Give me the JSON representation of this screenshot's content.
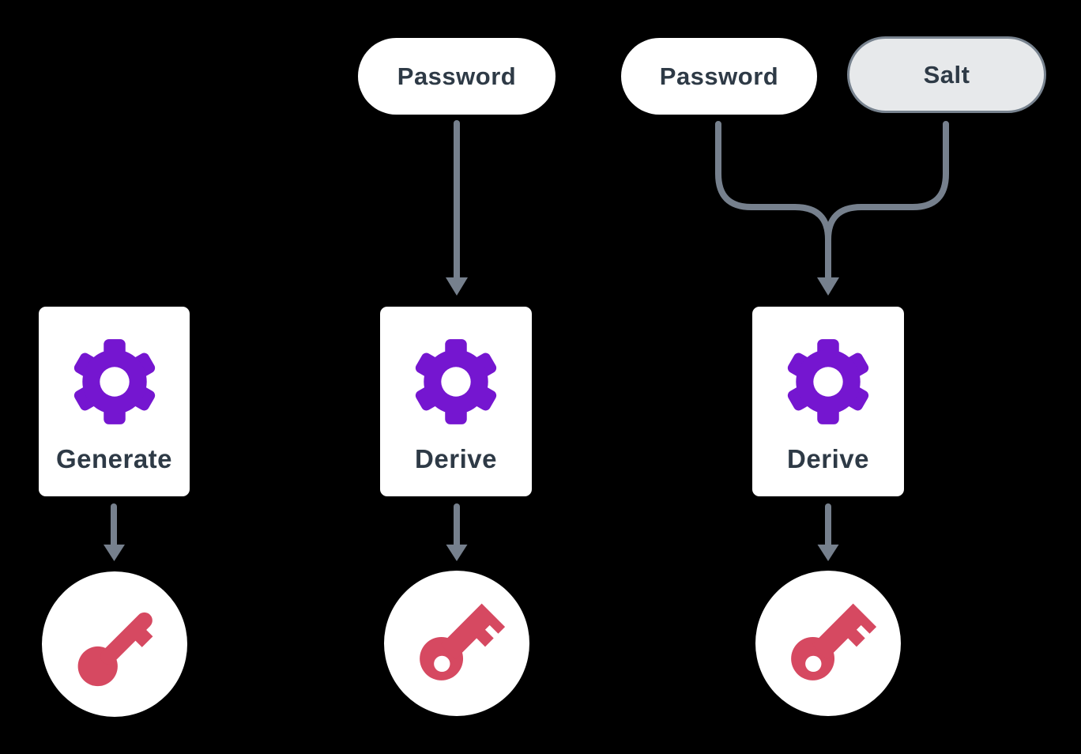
{
  "colors": {
    "background": "#000000",
    "node_fill": "#ffffff",
    "text": "#2e3a46",
    "connector": "#76808d",
    "gear": "#7516d0",
    "key": "#d64961",
    "salt_fill": "#e7e9eb",
    "salt_border": "#78838f"
  },
  "flows": [
    {
      "name": "generate-key",
      "process": {
        "label": "Generate",
        "icon": "gear-icon"
      },
      "output": {
        "icon": "key-icon"
      }
    },
    {
      "name": "derive-key-from-password",
      "inputs": [
        {
          "label": "Password",
          "style": "plain"
        }
      ],
      "process": {
        "label": "Derive",
        "icon": "gear-icon"
      },
      "output": {
        "icon": "key-icon"
      }
    },
    {
      "name": "derive-key-from-password-and-salt",
      "inputs": [
        {
          "label": "Password",
          "style": "plain"
        },
        {
          "label": "Salt",
          "style": "outlined"
        }
      ],
      "process": {
        "label": "Derive",
        "icon": "gear-icon"
      },
      "output": {
        "icon": "key-icon"
      }
    }
  ]
}
